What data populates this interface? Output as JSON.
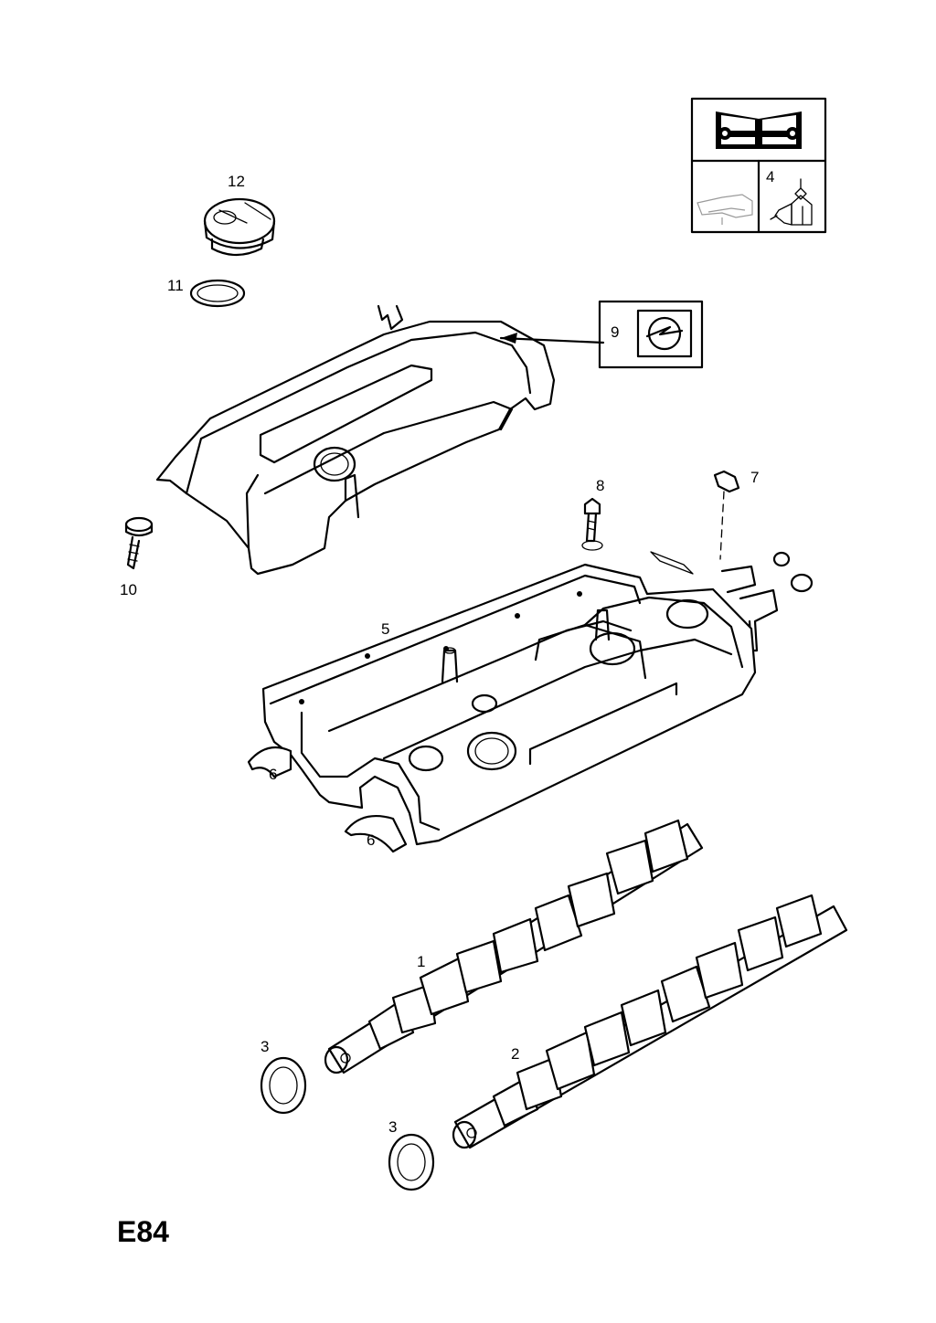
{
  "page_code": "E84",
  "legend_box": {
    "tool_item": "4"
  },
  "callouts": {
    "camshaft_intake": "1",
    "camshaft_exhaust": "2",
    "seal_a": "3",
    "seal_b": "3",
    "tool_ref": "4",
    "gasket": "5",
    "seal_left": "6",
    "seal_right": "6",
    "clip": "7",
    "bolt_top": "8",
    "emblem": "9",
    "bolt_left": "10",
    "ring": "11",
    "cap": "12"
  },
  "icons": [
    "workshop-manual-icon",
    "sealant-tube-icon",
    "opel-logo-icon"
  ]
}
